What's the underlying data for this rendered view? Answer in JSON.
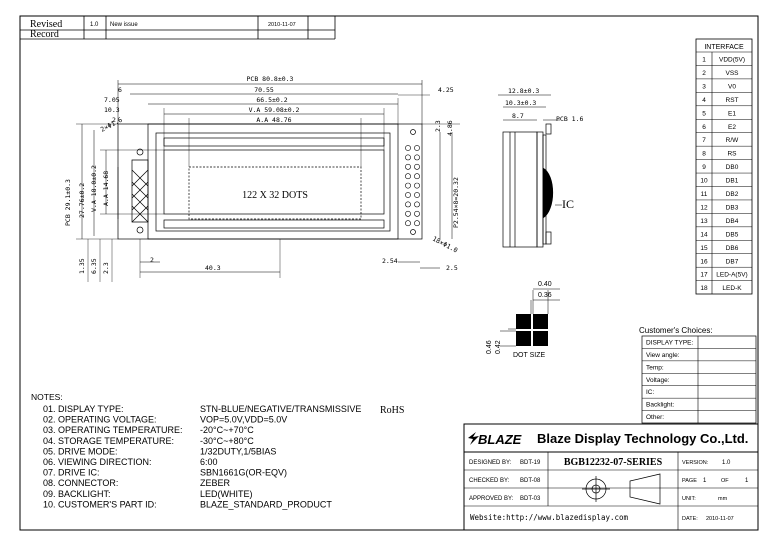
{
  "revision": {
    "label_line1": "Revised",
    "label_line2": "Record",
    "version": "1.0",
    "note": "New issue",
    "date": "2010-11-07"
  },
  "interface": {
    "title": "INTERFACE",
    "pins": [
      {
        "no": "1",
        "name": "VDD(5V)"
      },
      {
        "no": "2",
        "name": "VSS"
      },
      {
        "no": "3",
        "name": "V0"
      },
      {
        "no": "4",
        "name": "RST"
      },
      {
        "no": "5",
        "name": "E1"
      },
      {
        "no": "6",
        "name": "E2"
      },
      {
        "no": "7",
        "name": "R/W"
      },
      {
        "no": "8",
        "name": "RS"
      },
      {
        "no": "9",
        "name": "DB0"
      },
      {
        "no": "10",
        "name": "DB1"
      },
      {
        "no": "11",
        "name": "DB2"
      },
      {
        "no": "12",
        "name": "DB3"
      },
      {
        "no": "13",
        "name": "DB4"
      },
      {
        "no": "14",
        "name": "DB5"
      },
      {
        "no": "15",
        "name": "DB6"
      },
      {
        "no": "16",
        "name": "DB7"
      },
      {
        "no": "17",
        "name": "LED-A(5V)"
      },
      {
        "no": "18",
        "name": "LED-K"
      }
    ]
  },
  "front_view": {
    "pcb_width": "PCB 80.8±0.3",
    "outline_width": "70.55",
    "bezel_width": "66.5±0.2",
    "va_width": "V.A 59.08±0.2",
    "aa_width": "A.A 48.76",
    "dim_6": "6",
    "dim_7_05": "7.05",
    "dim_10_3": "10.3",
    "dim_2": "2",
    "dim_4_25": "4.25",
    "dim_2_3": "2.3",
    "dim_4_86": "4.86",
    "hole": "2×Φ1.6",
    "pcb_height": "PCB 29.1±0.3",
    "height_27_76": "27.76±0.2",
    "va_height": "V.A 18.0±0.2",
    "aa_height": "A.A 14.68",
    "display_text": "122 X 32 DOTS",
    "pitch": "P2.54×8=20.32",
    "pin_hole": "18×Φ1.0",
    "dim_1_35": "1.35",
    "dim_6_35": "6.35",
    "dim_2_3b": "2.3",
    "dim_2b": "2",
    "dim_40_3": "40.3",
    "dim_2_54": "2.54",
    "dim_2_5": "2.5"
  },
  "side_view": {
    "dim_12_8": "12.8±0.3",
    "dim_10_3": "10.3±0.3",
    "dim_8_7": "8.7",
    "pcb_thick": "PCB 1.6",
    "ic_label": "IC"
  },
  "dot_size": {
    "w1": "0.40",
    "w2": "0.36",
    "h1": "0.46",
    "h2": "0.42",
    "label": "DOT SIZE"
  },
  "customer": {
    "title": "Customer's Choices:",
    "rows": [
      "DISPLAY TYPE:",
      "View angle:",
      "Temp:",
      "Voltage:",
      "IC:",
      "Backlight:",
      "Other:"
    ]
  },
  "notes": {
    "title": "NOTES:",
    "items": [
      {
        "label": "01. DISPLAY TYPE:",
        "value": "STN-BLUE/NEGATIVE/TRANSMISSIVE"
      },
      {
        "label": "02. OPERATING VOLTAGE:",
        "value": "VOP=5.0V,VDD=5.0V"
      },
      {
        "label": "03. OPERATING TEMPERATURE:",
        "value": "-20°C~+70°C"
      },
      {
        "label": "04. STORAGE TEMPERATURE:",
        "value": "-30°C~+80°C"
      },
      {
        "label": "05. DRIVE MODE:",
        "value": "1/32DUTY,1/5BIAS"
      },
      {
        "label": "06. VIEWING DIRECTION:",
        "value": "6:00"
      },
      {
        "label": "07. DRIVE IC:",
        "value": "SBN1661G(OR-EQV)"
      },
      {
        "label": "08. CONNECTOR:",
        "value": "ZEBER"
      },
      {
        "label": "09. BACKLIGHT:",
        "value": "LED(WHITE)"
      },
      {
        "label": "10. CUSTOMER'S PART ID:",
        "value": "BLAZE_STANDARD_PRODUCT"
      }
    ],
    "rohs": "RoHS"
  },
  "title_block": {
    "logo": "BLAZE",
    "company": "Blaze Display Technology Co.,Ltd.",
    "designed_label": "DESIGNED BY:",
    "designed_by": "BDT-19",
    "checked_label": "CHECKED BY:",
    "checked_by": "BDT-08",
    "approved_label": "APPROVED BY:",
    "approved_by": "BDT-03",
    "part_no": "BGB12232-07-SERIES",
    "version_label": "VERSION:",
    "version": "1.0",
    "page_label": "PAGE",
    "page": "1",
    "of_label": "OF",
    "pages": "1",
    "unit_label": "UNIT:",
    "unit": "mm",
    "date_label": "DATE:",
    "date": "2010-11-07",
    "website": "Website:http://www.blazedisplay.com"
  }
}
